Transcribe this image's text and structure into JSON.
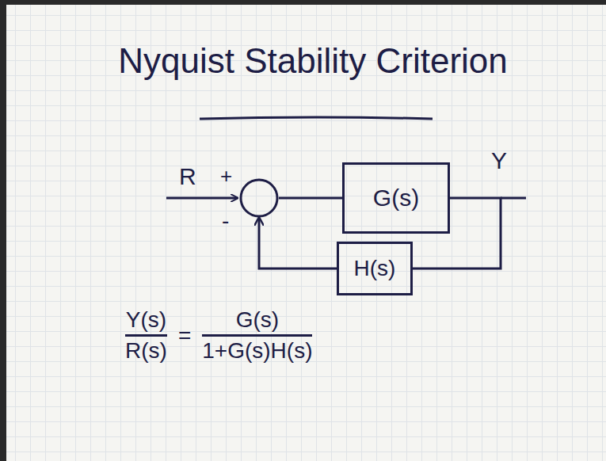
{
  "diagram": {
    "title": "Nyquist Stability Criterion",
    "nodes": [
      {
        "text": [
          "+",
          "-"
        ]
      },
      {
        "text": [
          "G(s)"
        ]
      },
      {
        "text": [
          "H(s)"
        ]
      }
    ],
    "edges": [
      {
        "from": 0,
        "to": 1,
        "arrow": "none"
      },
      {
        "from": 1,
        "to": 2,
        "arrow": "none"
      },
      {
        "from": 2,
        "to": 0,
        "arrow": "to"
      }
    ],
    "labels": [
      "R",
      "Y",
      "Y(s)",
      "R(s)",
      "=",
      "G(s)",
      "1+G(s)H(s)"
    ]
  }
}
